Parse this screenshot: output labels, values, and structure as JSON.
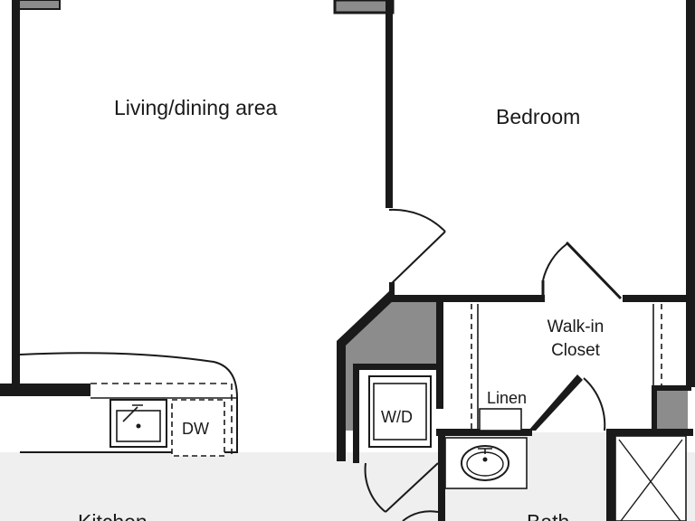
{
  "rooms": {
    "living": "Living/dining area",
    "bedroom": "Bedroom",
    "walk_in_closet": [
      "Walk-in",
      "Closet"
    ],
    "linen": "Linen",
    "kitchen": "Kitchen",
    "bath": "Bath"
  },
  "fixtures": {
    "washer_dryer": "W/D",
    "dishwasher": "DW"
  },
  "colors": {
    "wall": "#1a1a1a",
    "shaded_area": "#8c8c8c",
    "floor_tint": "#efefef",
    "background": "#ffffff"
  }
}
